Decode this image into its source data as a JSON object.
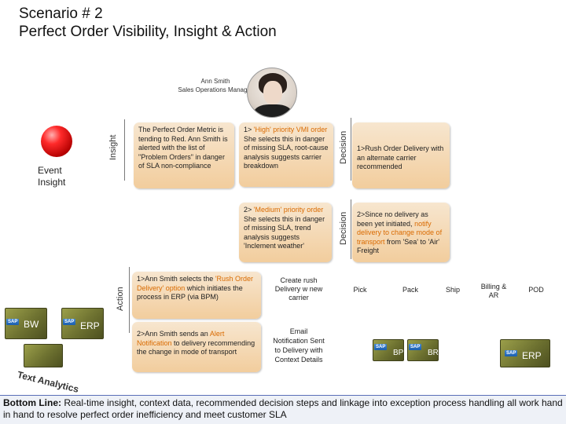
{
  "title": {
    "line1": "Scenario # 2",
    "line2": "Perfect Order Visibility, Insight & Action"
  },
  "persona": {
    "name": "Ann Smith",
    "role": "Sales Operations Manager"
  },
  "left": {
    "event_label": "Event",
    "insight_label": "Insight",
    "bw": "BW",
    "erp": "ERP",
    "text_analytics": "Text Analytics"
  },
  "lanes": {
    "insight": "Insight",
    "action": "Action",
    "decision1": "Decision",
    "decision2": "Decision"
  },
  "cards": {
    "insight_text": "The Perfect Order Metric is tending to Red. Ann Smith is alerted with the list of \"Problem Orders\" in danger of SLA non-compliance",
    "high_pre": "1> ",
    "high_highlight": "'High' priority VMI order",
    "high_post": " She selects this in danger of missing SLA, root-cause analysis suggests carrier breakdown",
    "medium_pre": "2> ",
    "medium_highlight": "'Medium' priority order",
    "medium_post": " She selects this in danger of missing SLA, trend analysis suggests 'Inclement weather'",
    "decision1_text": "1>Rush Order Delivery with an alternate carrier recommended",
    "decision2_pre": "2>Since no delivery as been yet initiated, ",
    "decision2_highlight": "notify delivery to change mode of transport",
    "decision2_post": " from 'Sea' to 'Air' Freight",
    "action1_pre": "1>Ann Smith selects the ",
    "action1_highlight": "'Rush Order Delivery' option",
    "action1_post": " which initiates the process in ERP (via BPM)",
    "action2_pre": "2>Ann Smith sends an ",
    "action2_highlight": "Alert Notification",
    "action2_post": " to delivery recommending the change in mode of transport"
  },
  "process": {
    "create_rush": "Create rush Delivery w new carrier",
    "email": "Email Notification Sent to Delivery with Context Details",
    "steps": [
      "Pick",
      "Pack",
      "Ship",
      "Billing & AR",
      "POD"
    ],
    "bpm": "BPM",
    "brm": "BRM",
    "erp": "ERP"
  },
  "bottom": {
    "bold": "Bottom Line:",
    "text": " Real-time insight, context data, recommended decision steps and linkage into exception process handling all work hand in hand to resolve perfect order inefficiency and meet customer SLA"
  }
}
